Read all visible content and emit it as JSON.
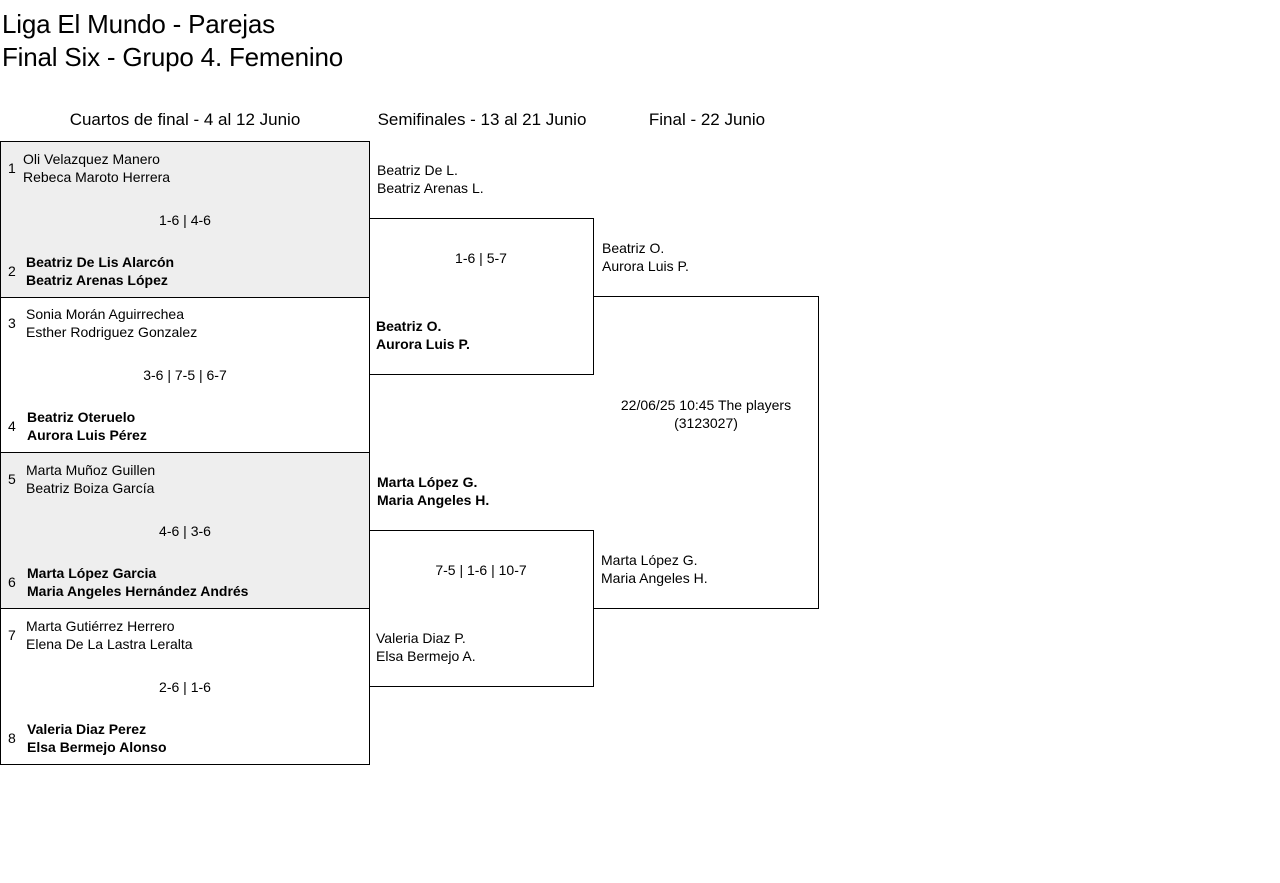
{
  "title": {
    "line1": "Liga El Mundo - Parejas",
    "line2": "Final Six - Grupo 4. Femenino"
  },
  "rounds": {
    "quarterfinals": "Cuartos de final - 4 al 12 Junio",
    "semifinals": "Semifinales - 13 al 21 Junio",
    "final": "Final - 22 Junio"
  },
  "quarterfinals": [
    {
      "top": {
        "seed": "1",
        "player1": "Oli Velazquez Manero",
        "player2": "Rebeca Maroto Herrera",
        "winner": false
      },
      "bottom": {
        "seed": "2",
        "player1": "Beatriz De Lis Alarcón",
        "player2": "Beatriz Arenas López",
        "winner": true
      },
      "score": "1-6 | 4-6"
    },
    {
      "top": {
        "seed": "3",
        "player1": "Sonia Morán Aguirrechea",
        "player2": "Esther Rodriguez Gonzalez",
        "winner": false
      },
      "bottom": {
        "seed": "4",
        "player1": "Beatriz Oteruelo",
        "player2": "Aurora Luis Pérez",
        "winner": true
      },
      "score": "3-6 | 7-5 | 6-7"
    },
    {
      "top": {
        "seed": "5",
        "player1": "Marta Muñoz Guillen",
        "player2": "Beatriz Boiza García",
        "winner": false
      },
      "bottom": {
        "seed": "6",
        "player1": "Marta López Garcia",
        "player2": "Maria Angeles Hernández Andrés",
        "winner": true
      },
      "score": "4-6 | 3-6"
    },
    {
      "top": {
        "seed": "7",
        "player1": "Marta Gutiérrez Herrero",
        "player2": "Elena De La Lastra Leralta",
        "winner": false
      },
      "bottom": {
        "seed": "8",
        "player1": "Valeria Diaz Perez",
        "player2": "Elsa Bermejo Alonso",
        "winner": true
      },
      "score": "2-6 | 1-6"
    }
  ],
  "semifinals": [
    {
      "top": {
        "player1": "Beatriz De L.",
        "player2": "Beatriz Arenas L.",
        "winner": false
      },
      "bottom": {
        "player1": "Beatriz O.",
        "player2": "Aurora Luis P.",
        "winner": true
      },
      "score": "1-6 | 5-7"
    },
    {
      "top": {
        "player1": "Marta López G.",
        "player2": "Maria Angeles H.",
        "winner": true
      },
      "bottom": {
        "player1": "Valeria Diaz P.",
        "player2": "Elsa Bermejo A.",
        "winner": false
      },
      "score": "7-5 | 1-6 | 10-7"
    }
  ],
  "final": {
    "top": {
      "player1": "Beatriz O.",
      "player2": "Aurora Luis P."
    },
    "bottom": {
      "player1": "Marta López G.",
      "player2": "Maria Angeles H."
    },
    "schedule": "22/06/25 10:45 The players (3123027)"
  },
  "colors": {
    "shaded_row": "#eeeeee",
    "border": "#000000"
  }
}
